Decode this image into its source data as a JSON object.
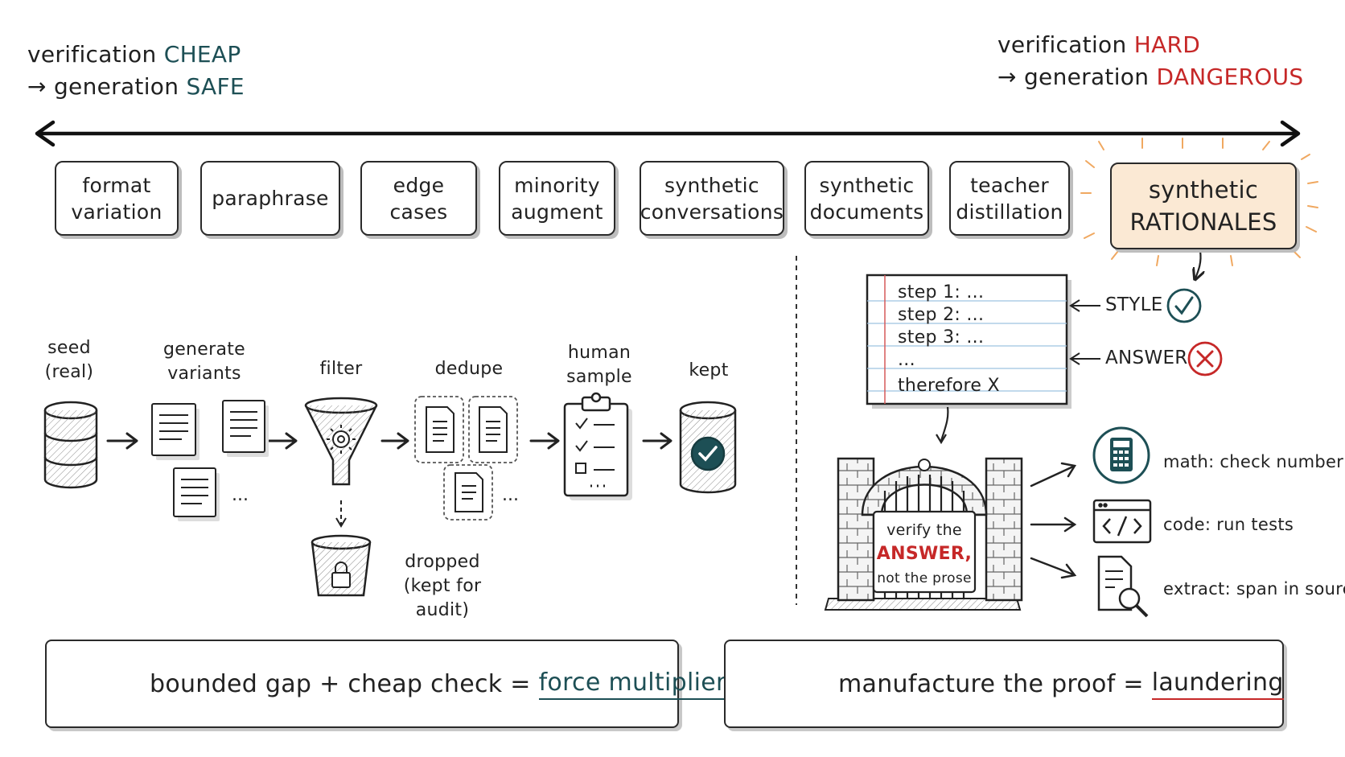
{
  "header": {
    "left": {
      "line1_prefix": "verification",
      "line1_word": "CHEAP",
      "line2_arrow": "→",
      "line2_prefix": "generation",
      "line2_word": "SAFE"
    },
    "right": {
      "line1_prefix": "verification",
      "line1_word": "HARD",
      "line2_arrow": "→",
      "line2_prefix": "generation",
      "line2_word": "DANGEROUS"
    }
  },
  "spectrum": [
    "format\nvariation",
    "paraphrase",
    "edge\ncases",
    "minority\naugment",
    "synthetic\nconversations",
    "synthetic\ndocuments",
    "teacher\ndistillation",
    "synthetic\nRATIONALES"
  ],
  "pipeline": {
    "stages": [
      "seed\n(real)",
      "generate\nvariants",
      "filter",
      "dedupe",
      "human\nsample",
      "kept"
    ],
    "ellipsis": "...",
    "dropped_label": "dropped\n(kept for audit)"
  },
  "rationale": {
    "note_lines": [
      "step 1: ...",
      "step 2: ...",
      "step 3: ...",
      "...",
      "therefore X"
    ],
    "style_label": "STYLE",
    "answer_label": "ANSWER",
    "gate": {
      "line1": "verify the",
      "line2": "ANSWER,",
      "line3": "not the prose"
    },
    "checks": [
      {
        "icon": "calculator-icon",
        "label": "math: check number"
      },
      {
        "icon": "code-window-icon",
        "label": "code: run tests"
      },
      {
        "icon": "document-search-icon",
        "label": "extract: span in source"
      }
    ]
  },
  "bottom": {
    "left": {
      "part1": "bounded gap + cheap check = ",
      "highlight": "force multiplier"
    },
    "right": {
      "part1": "manufacture the proof = ",
      "highlight": "laundering"
    }
  },
  "colors": {
    "teal": "#1d4f55",
    "red": "#c62828",
    "warning_orange": "#e0a020",
    "highlight_fill": "#fbe9d4"
  }
}
